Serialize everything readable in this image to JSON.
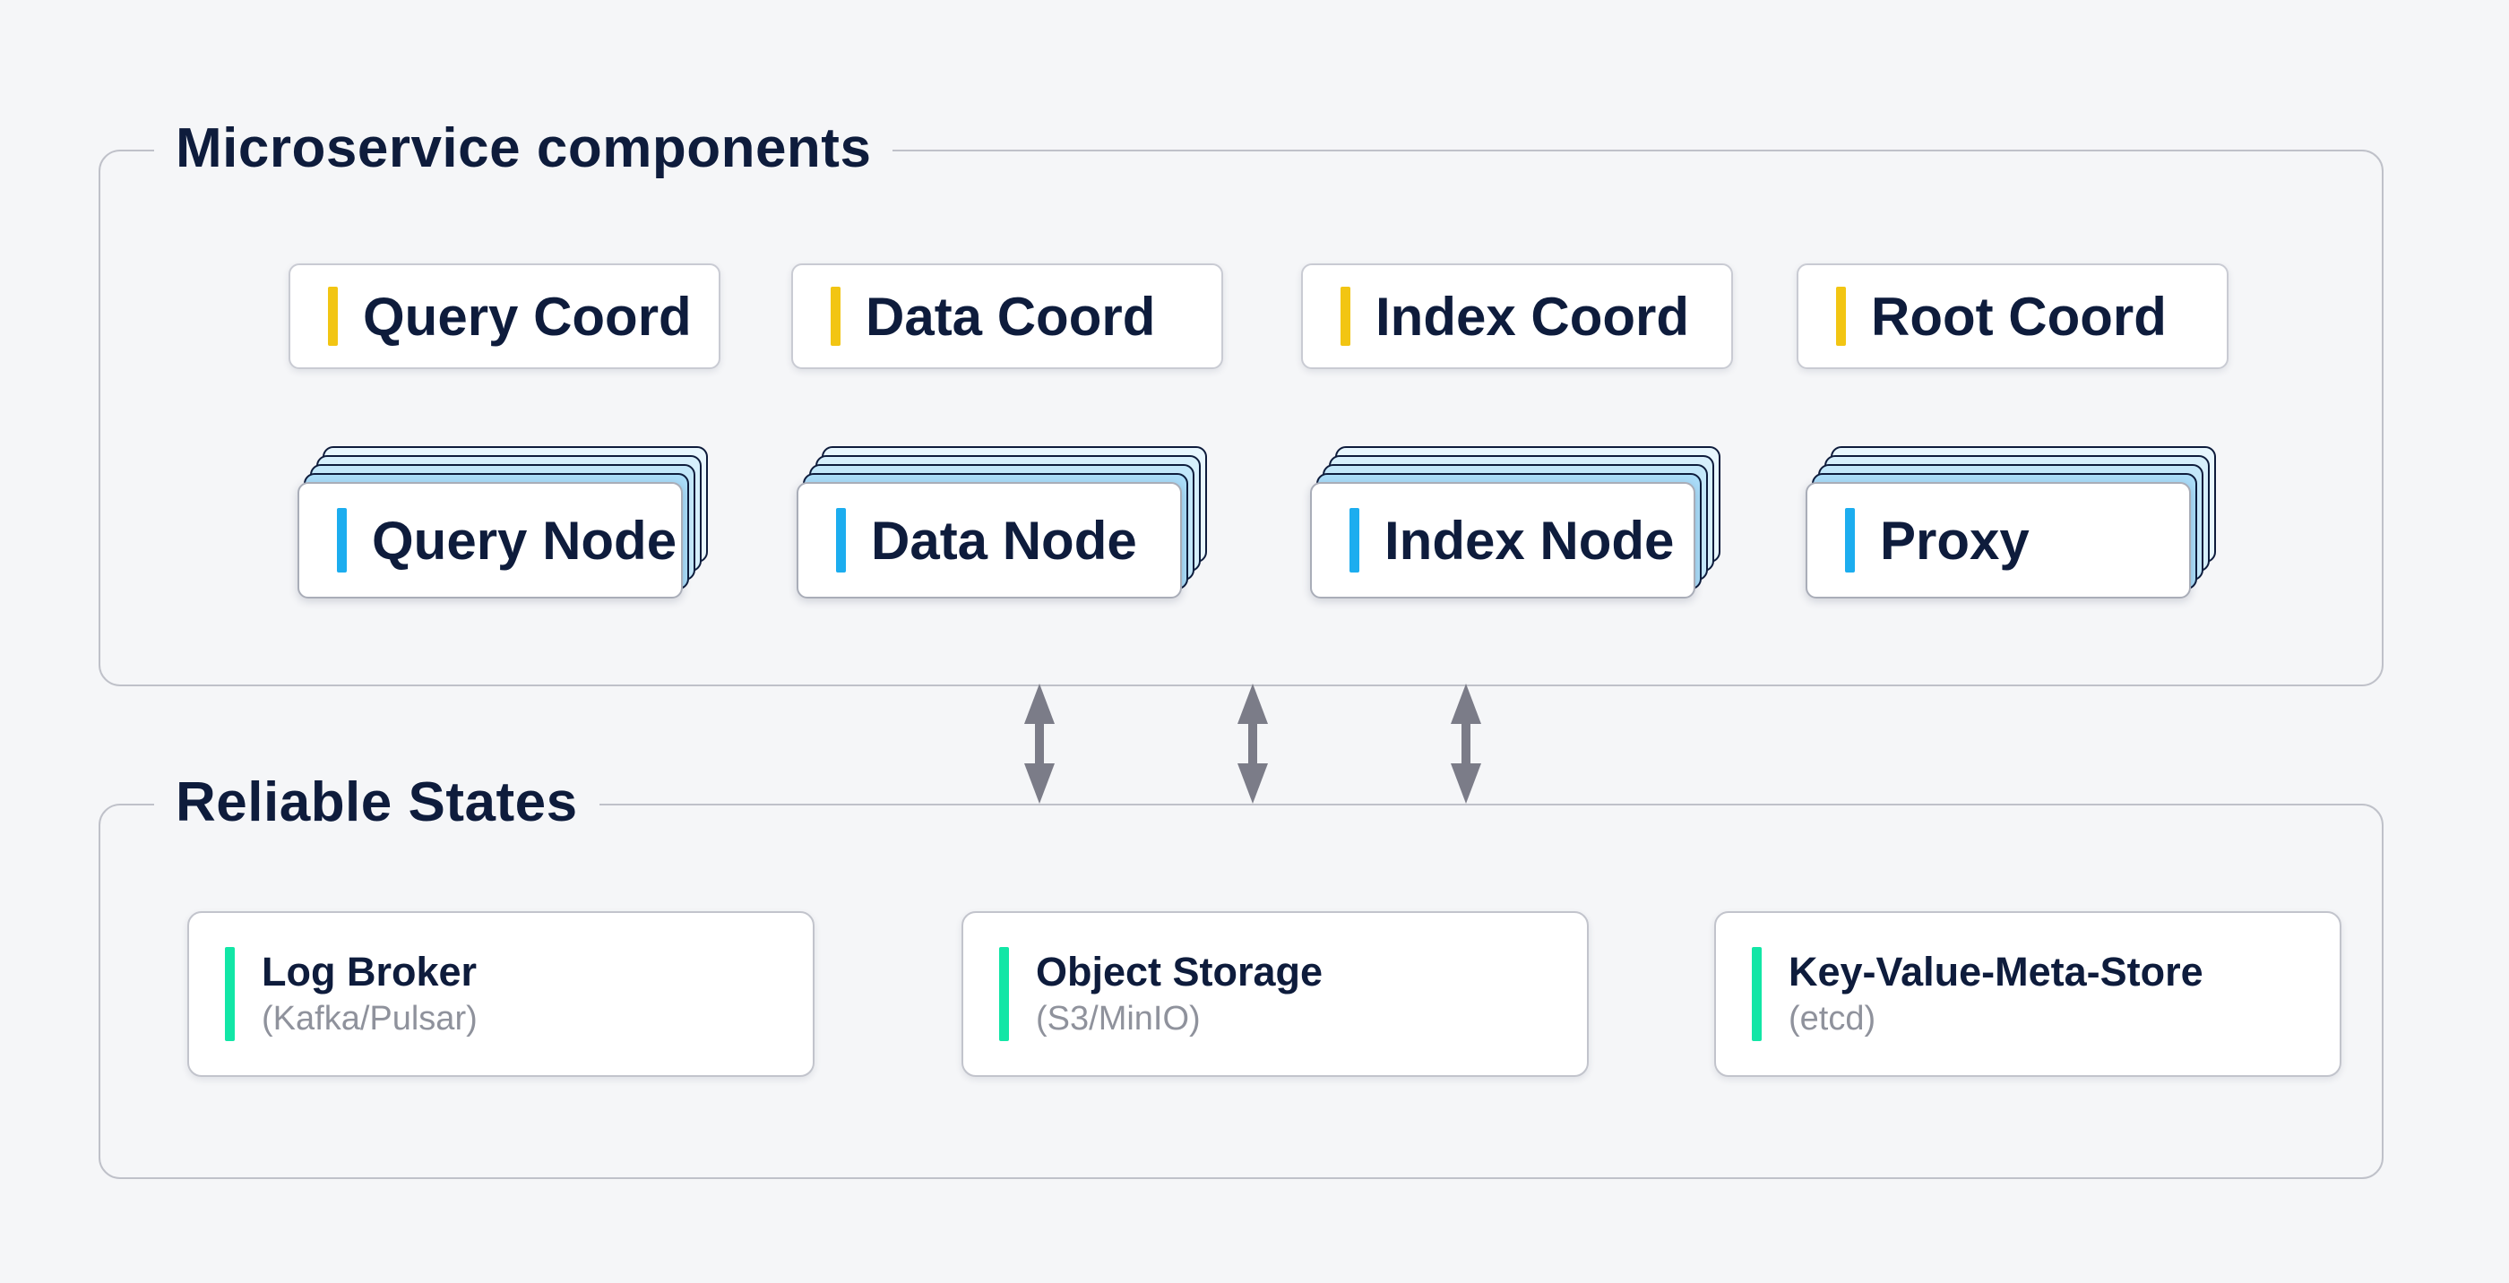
{
  "colors": {
    "page_background": "#f5f6f8",
    "panel_border": "#bfc1c9",
    "text_primary": "#0e1c3c",
    "text_secondary": "#8f929c",
    "accent_yellow": "#f2c513",
    "accent_blue": "#1cadef",
    "accent_teal": "#12e6a6",
    "stack_layer_blue": "#29a9e1",
    "arrow_gray": "#7b7c88"
  },
  "sections": {
    "microservices": {
      "title": "Microservice components",
      "coordinators": [
        {
          "label": "Query Coord"
        },
        {
          "label": "Data Coord"
        },
        {
          "label": "Index Coord"
        },
        {
          "label": "Root Coord"
        }
      ],
      "workers": [
        {
          "label": "Query Node"
        },
        {
          "label": "Data Node"
        },
        {
          "label": "Index Node"
        },
        {
          "label": "Proxy"
        }
      ]
    },
    "reliable_states": {
      "title": "Reliable States",
      "stores": [
        {
          "label": "Log Broker",
          "sublabel": "(Kafka/Pulsar)"
        },
        {
          "label": "Object Storage",
          "sublabel": "(S3/MinIO)"
        },
        {
          "label": "Key-Value-Meta-Store",
          "sublabel": "(etcd)"
        }
      ]
    }
  },
  "connectors": {
    "type": "bidirectional-vertical-arrow",
    "count": 3
  }
}
